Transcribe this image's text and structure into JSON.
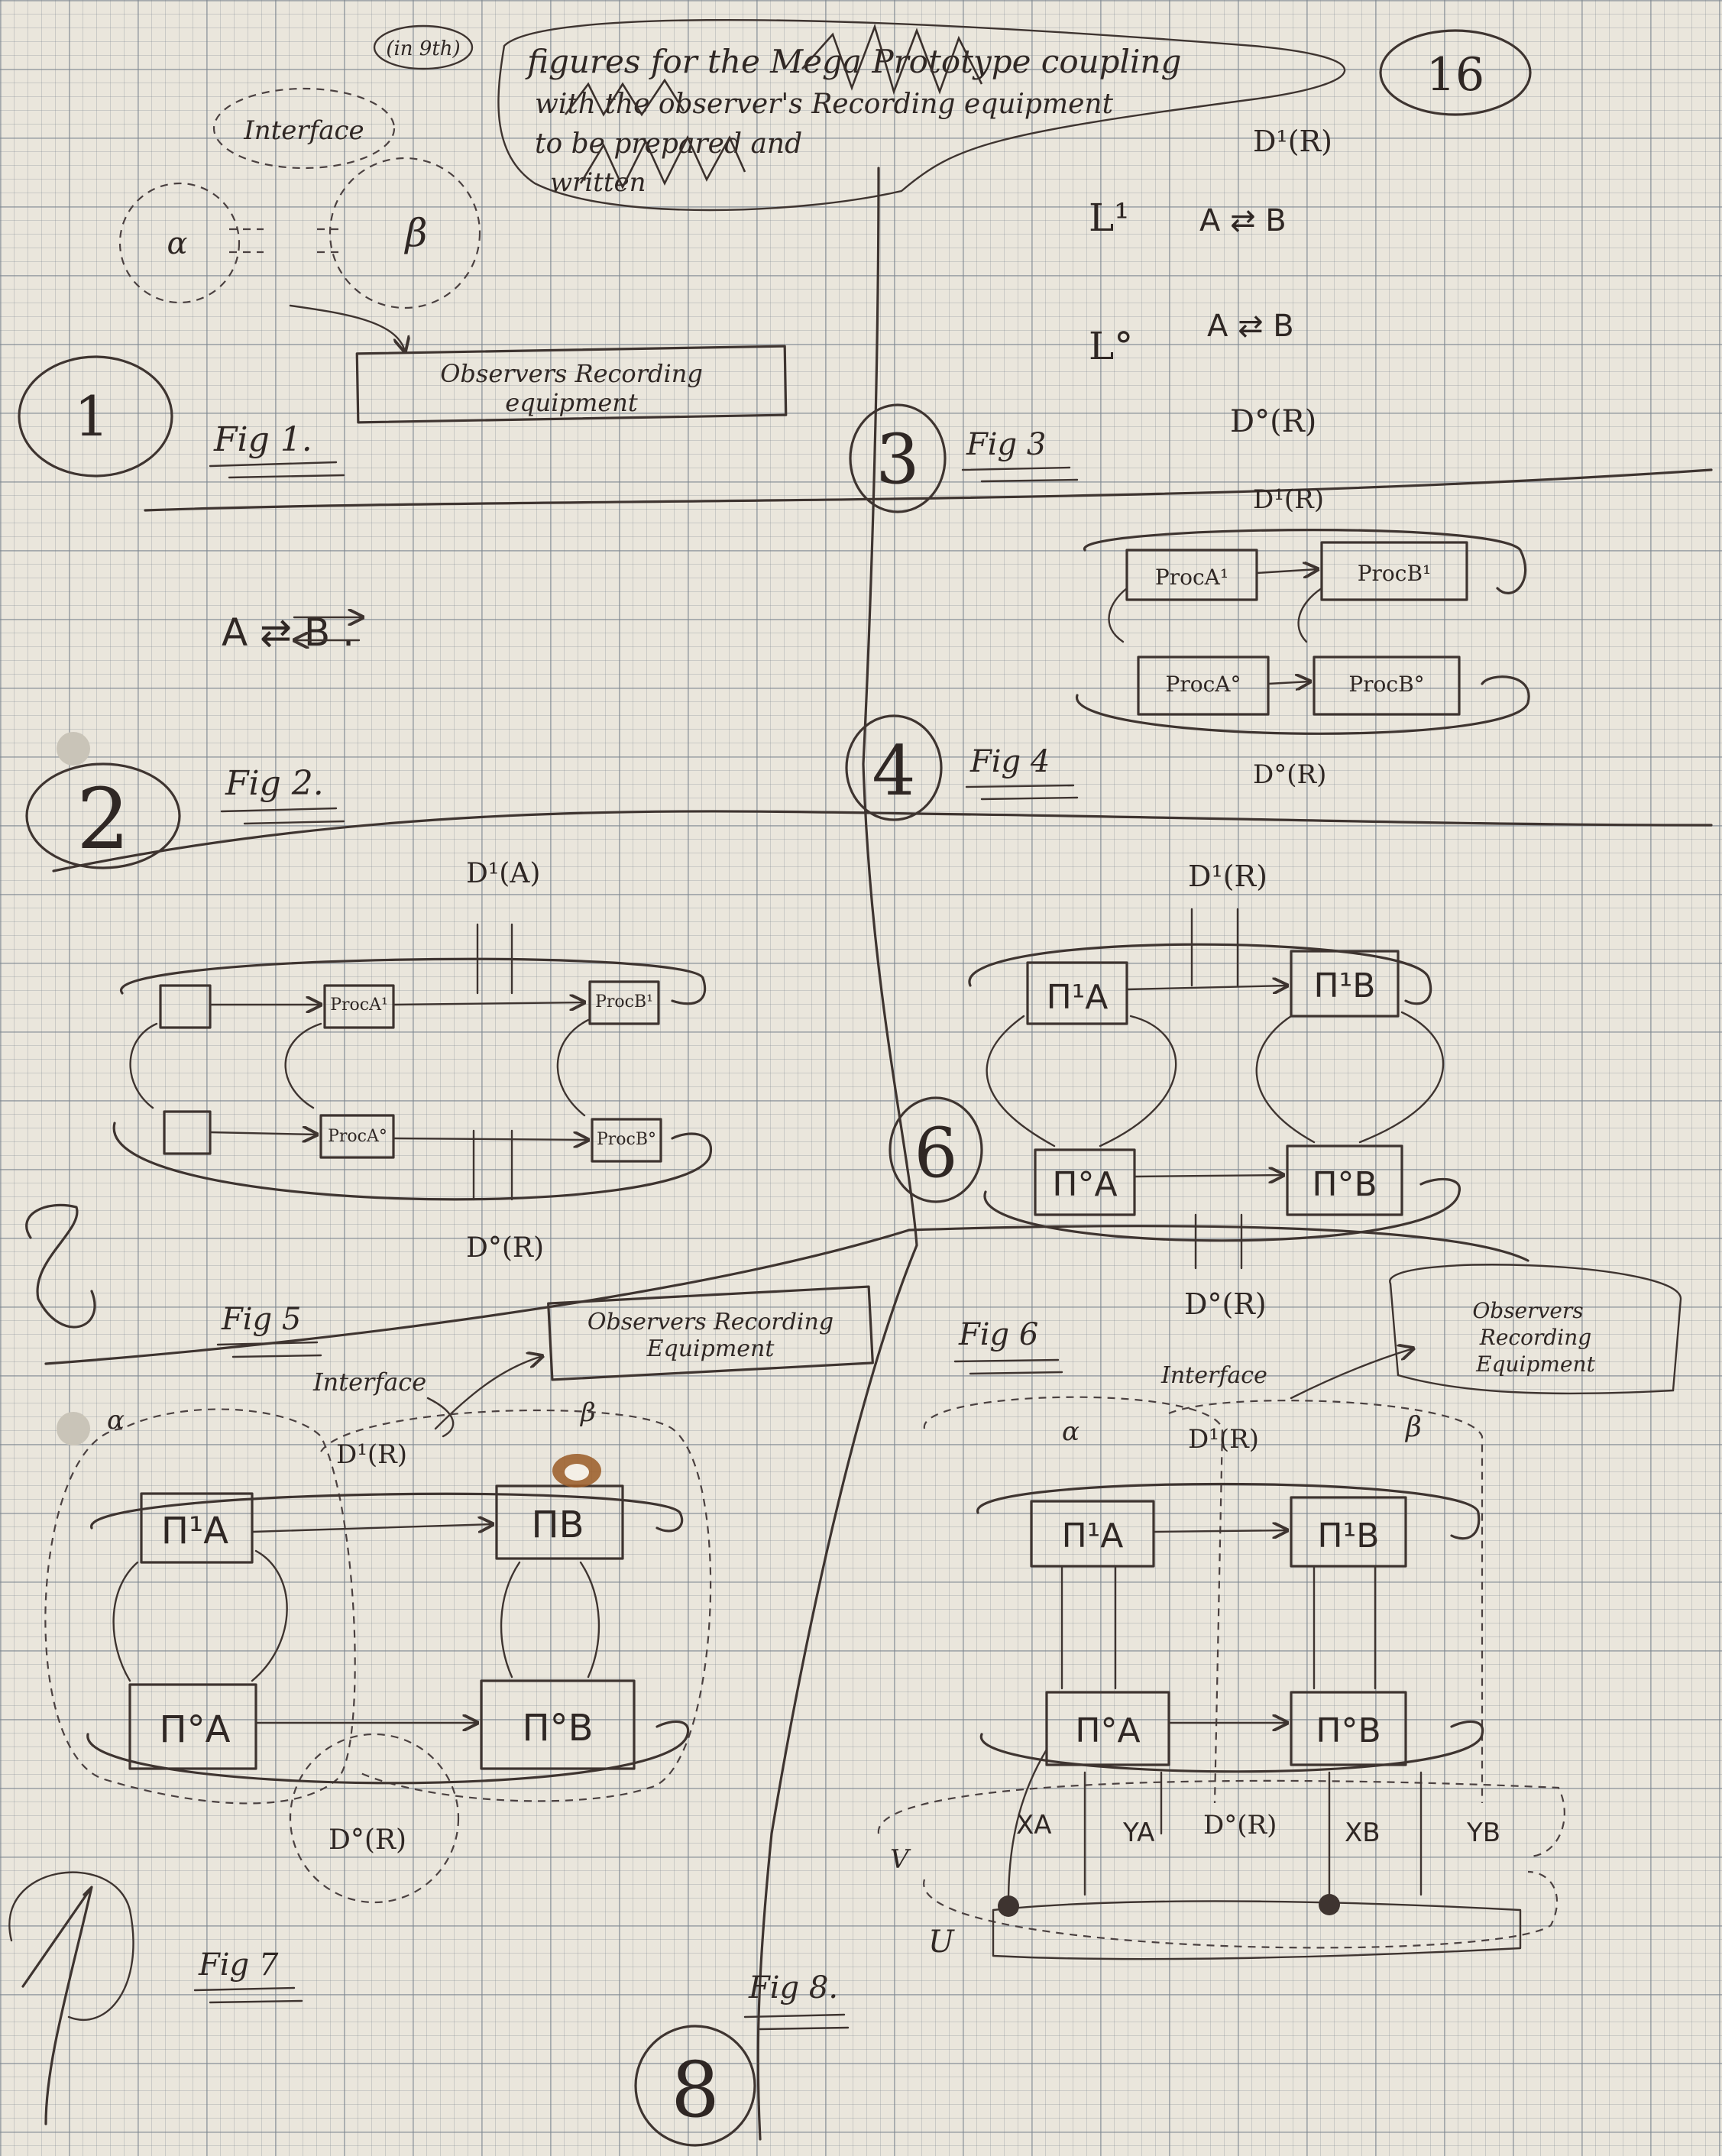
{
  "page_number": "16",
  "header_note": {
    "corner_tag": "(in 9th)",
    "line1": "figures for the Mega Prototype coupling",
    "line2": "with the observer's Recording equipment",
    "line3": "to be prepared and",
    "line4": "written"
  },
  "figures": {
    "fig1": {
      "number": "1",
      "caption": "Fig 1.",
      "interface": "Interface",
      "alpha": "α",
      "beta": "β",
      "recorder": [
        "Observers Recording",
        "equipment"
      ]
    },
    "fig2": {
      "number": "2",
      "caption": "Fig 2.",
      "relation": "A ⇄ B ."
    },
    "fig3": {
      "number": "3",
      "caption": "Fig 3",
      "top": "D¹(R)",
      "L1": "L¹",
      "L0": "L°",
      "rel1": "A ⇄ B",
      "rel0": "A ⇄ B",
      "bottom": "D°(R)"
    },
    "fig4": {
      "number": "4",
      "caption": "Fig 4",
      "top": "D¹(R)",
      "bottom": "D°(R)",
      "box_a1": "ProcA¹",
      "box_b1": "ProcB¹",
      "box_a0": "ProcA°",
      "box_b0": "ProcB°"
    },
    "fig5": {
      "number": "5",
      "caption": "Fig 5",
      "top": "D¹(A)",
      "bottom": "D°(R)",
      "box_a1": "ProcA¹",
      "box_b1": "ProcB¹",
      "box_a0": "ProcA°",
      "box_b0": "ProcB°"
    },
    "fig6": {
      "number": "6",
      "caption": "Fig 6",
      "top": "D¹(R)",
      "bottom": "D°(R)",
      "box_a1": "Π¹A",
      "box_b1": "Π¹B",
      "box_a0": "Π°A",
      "box_b0": "Π°B"
    },
    "fig7": {
      "number": "7",
      "caption": "Fig 7",
      "interface": "Interface",
      "alpha": "α",
      "beta": "β",
      "top": "D¹(R)",
      "bottom": "D°(R)",
      "recorder": [
        "Observers Recording",
        "Equipment"
      ],
      "box_a1": "Π¹A",
      "box_b1": "ΠB",
      "box_a0": "Π°A",
      "box_b0": "Π°B"
    },
    "fig8": {
      "number": "8",
      "caption": "Fig 8.",
      "interface": "Interface",
      "alpha": "α",
      "beta": "β",
      "top": "D¹(R)",
      "bottom": "D°(R)",
      "recorder": [
        "Observers",
        "Recording",
        "Equipment"
      ],
      "box_a1": "Π¹A",
      "box_b1": "Π¹B",
      "box_a0": "Π°A",
      "box_b0": "Π°B",
      "xa": "XA",
      "ya": "YA",
      "xb": "XB",
      "yb": "YB",
      "u": "U",
      "v": "V"
    }
  }
}
